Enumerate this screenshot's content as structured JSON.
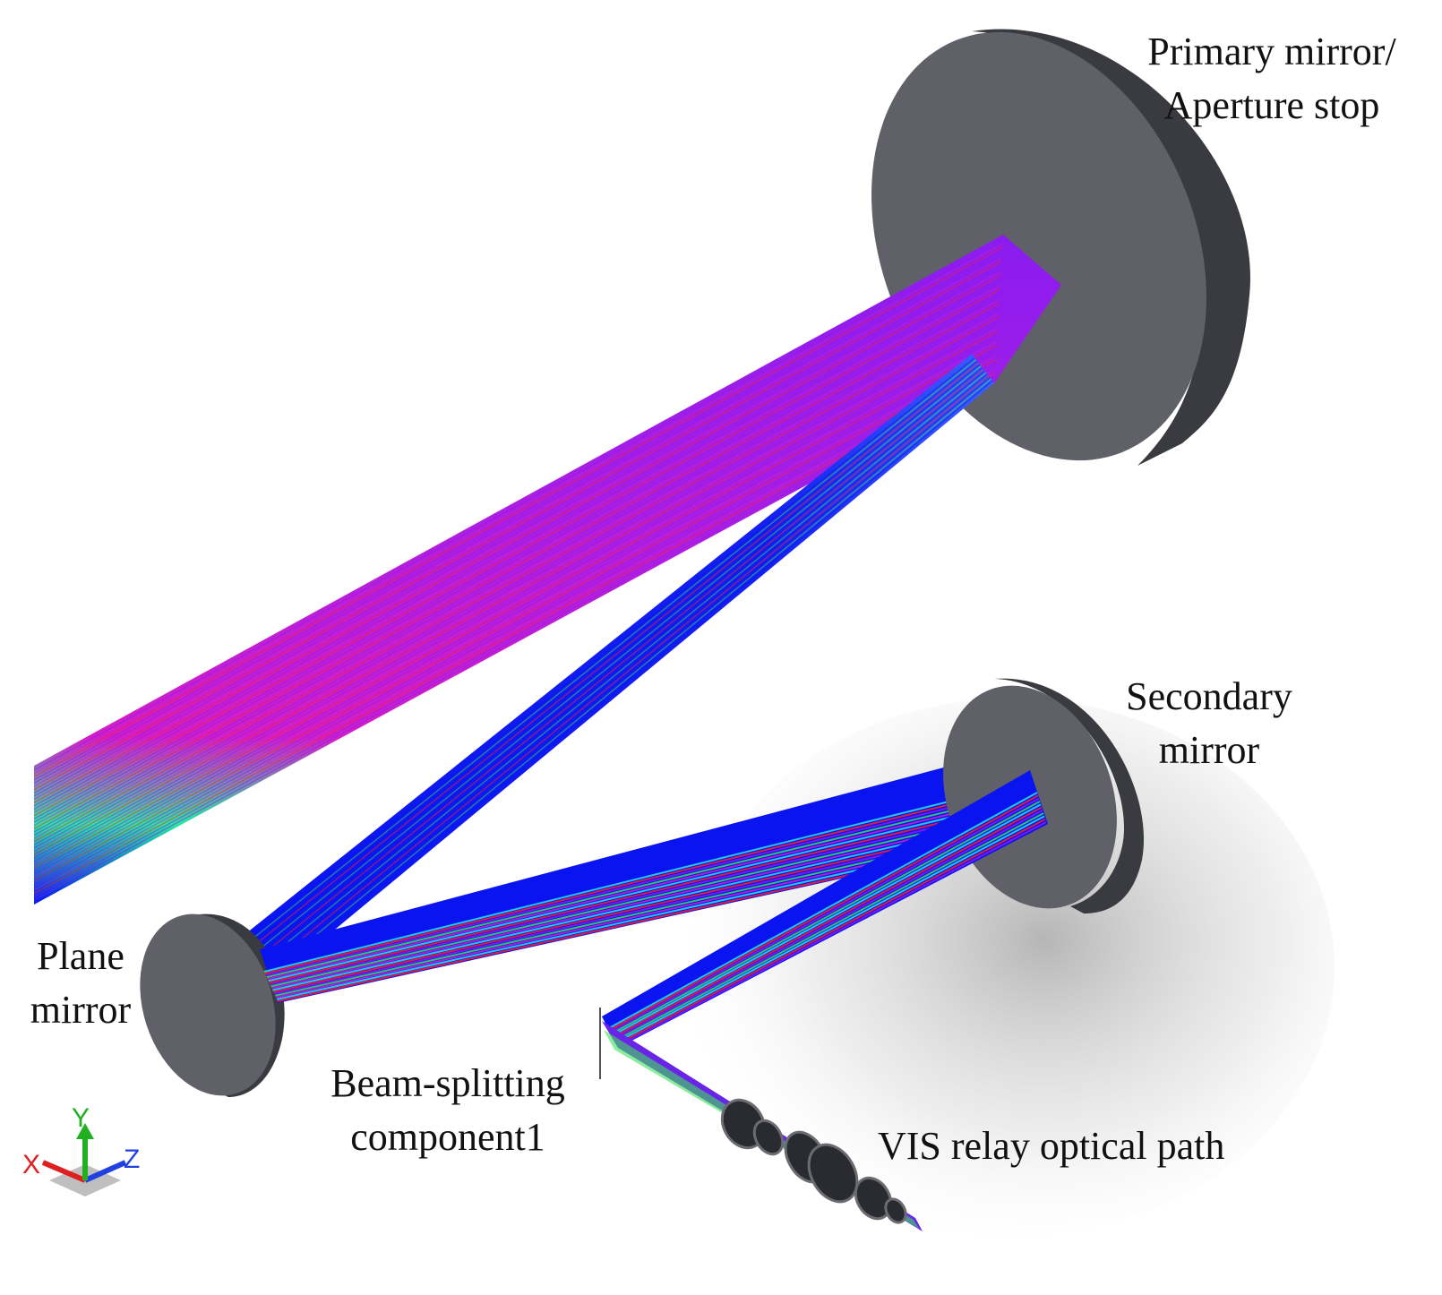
{
  "labels": {
    "primary_mirror_line1": "Primary mirror/",
    "primary_mirror_line2": "Aperture stop",
    "secondary_mirror_line1": "Secondary",
    "secondary_mirror_line2": "mirror",
    "plane_mirror_line1": "Plane",
    "plane_mirror_line2": "mirror",
    "beam_splitter_line1": "Beam-splitting",
    "beam_splitter_line2": "component1",
    "vis_relay": "VIS relay optical path"
  },
  "axis_triad": {
    "x": "X",
    "y": "Y",
    "z": "Z"
  },
  "colors": {
    "mirror_face": "#5f6068",
    "mirror_rim": "#3a3b40",
    "ray_blue": "#0a14f0",
    "ray_violet": "#8a1cf0",
    "ray_magenta": "#d21ec8",
    "ray_cyan": "#28e6f0",
    "ray_red": "#ff2020",
    "ray_green": "#3ce05a",
    "axis_x": "#e02020",
    "axis_y": "#20b020",
    "axis_z": "#2040e0"
  }
}
